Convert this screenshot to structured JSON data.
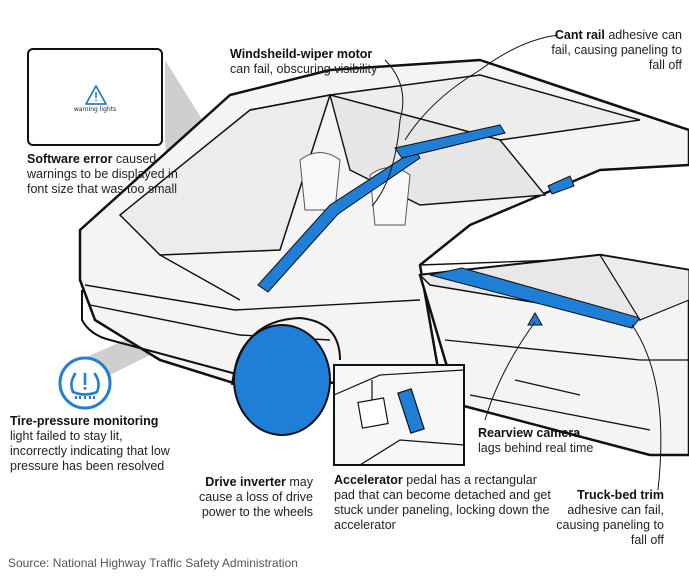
{
  "screen": {
    "warning_text": "warning lights"
  },
  "callouts": {
    "software": {
      "bold": "Software error",
      "rest": " caused warnings to be displayed in font size that was too small"
    },
    "wiper": {
      "bold": "Windsheild-wiper motor",
      "rest": "can fail, obscuring visibility"
    },
    "cant": {
      "bold": "Cant rail",
      "rest": " adhesive can fail, causing paneling to fall off"
    },
    "tire": {
      "bold": "Tire-pressure monitoring",
      "rest": "light failed to stay lit, incorrectly indicating that low pressure has been resolved"
    },
    "drive": {
      "bold": "Drive inverter",
      "rest": " may cause a loss of drive power to the wheels"
    },
    "accel": {
      "bold": "Accelerator",
      "rest": " pedal has a rectangular pad that can become detached and get stuck under paneling, locking down the accelerator"
    },
    "rearview": {
      "bold": "Rearview camera",
      "rest": "lags behind real time"
    },
    "truckbed": {
      "bold": "Truck-bed trim",
      "rest": "adhesive can fail, causing paneling to fall off"
    }
  },
  "source": "Source: National Highway Traffic Safety Administration",
  "colors": {
    "accent": "#1f7fd6",
    "outline": "#111111",
    "shadow": "#cfcfcf",
    "body_fill": "#f4f4f4"
  }
}
